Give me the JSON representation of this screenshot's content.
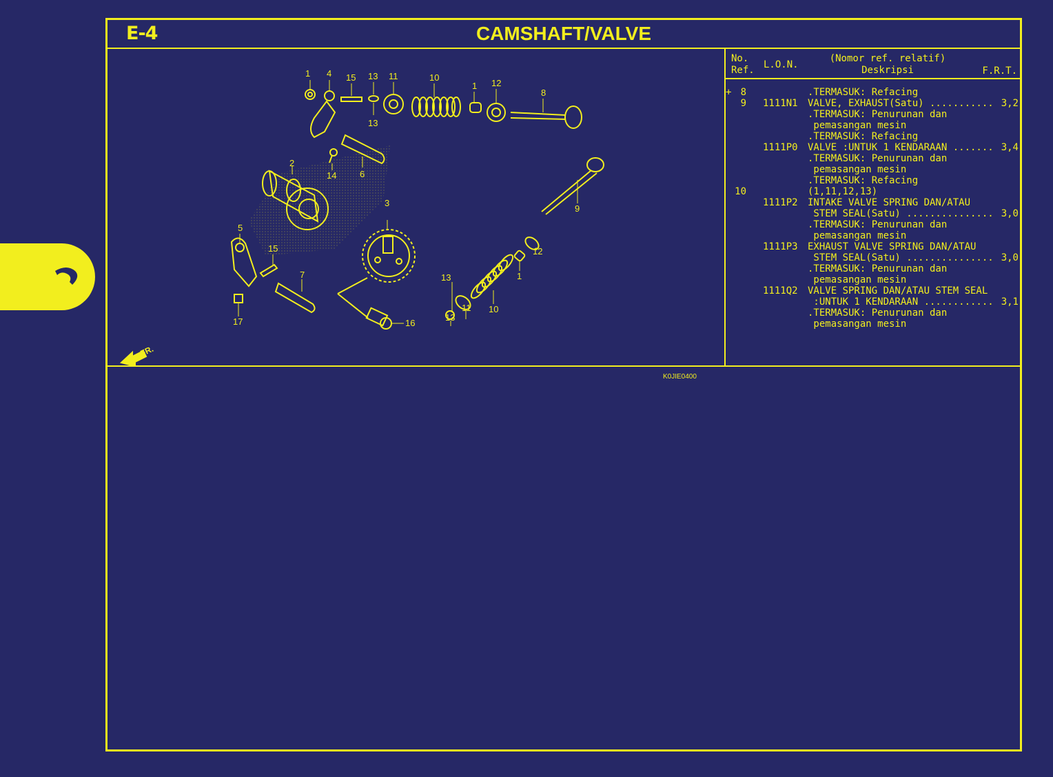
{
  "header": {
    "section_code": "E-4",
    "title": "CAMSHAFT/VALVE"
  },
  "diagram": {
    "figure_code": "K0JIE0400",
    "direction_label": "FR.",
    "callouts": [
      "1",
      "4",
      "15",
      "13",
      "11",
      "10",
      "1",
      "12",
      "8",
      "13",
      "6",
      "14",
      "2",
      "9",
      "3",
      "12",
      "1",
      "5",
      "15",
      "7",
      "10",
      "13",
      "11",
      "13",
      "17",
      "16"
    ]
  },
  "table": {
    "headers": {
      "no": "No.",
      "ref": "Ref.",
      "lon": "L.O.N.",
      "desc_top": "(Nomor ref. relatif)",
      "desc": "Deskripsi",
      "frt": "F.R.T."
    },
    "rows": [
      {
        "marker": "+",
        "ref": "8",
        "lon": "",
        "desc": ".TERMASUK: Refacing",
        "frt": ""
      },
      {
        "marker": "",
        "ref": "9",
        "lon": "1111N1",
        "desc": "VALVE, EXHAUST(Satu) ...........",
        "frt": "3,2"
      },
      {
        "marker": "",
        "ref": "",
        "lon": "",
        "desc": ".TERMASUK: Penurunan dan",
        "frt": ""
      },
      {
        "marker": "",
        "ref": "",
        "lon": "",
        "desc": " pemasangan mesin",
        "frt": ""
      },
      {
        "marker": "",
        "ref": "",
        "lon": "",
        "desc": ".TERMASUK: Refacing",
        "frt": ""
      },
      {
        "marker": "",
        "ref": "",
        "lon": "1111P0",
        "desc": "VALVE :UNTUK 1 KENDARAAN .......",
        "frt": "3,4"
      },
      {
        "marker": "",
        "ref": "",
        "lon": "",
        "desc": ".TERMASUK: Penurunan dan",
        "frt": ""
      },
      {
        "marker": "",
        "ref": "",
        "lon": "",
        "desc": " pemasangan mesin",
        "frt": ""
      },
      {
        "marker": "",
        "ref": "",
        "lon": "",
        "desc": ".TERMASUK: Refacing",
        "frt": ""
      },
      {
        "marker": "",
        "ref": "10",
        "lon": "",
        "desc": "(1,11,12,13)",
        "frt": ""
      },
      {
        "marker": "",
        "ref": "",
        "lon": "1111P2",
        "desc": "INTAKE VALVE SPRING DAN/ATAU",
        "frt": ""
      },
      {
        "marker": "",
        "ref": "",
        "lon": "",
        "desc": " STEM SEAL(Satu) ...............",
        "frt": "3,0"
      },
      {
        "marker": "",
        "ref": "",
        "lon": "",
        "desc": ".TERMASUK: Penurunan dan",
        "frt": ""
      },
      {
        "marker": "",
        "ref": "",
        "lon": "",
        "desc": " pemasangan mesin",
        "frt": ""
      },
      {
        "marker": "",
        "ref": "",
        "lon": "1111P3",
        "desc": "EXHAUST VALVE SPRING DAN/ATAU",
        "frt": ""
      },
      {
        "marker": "",
        "ref": "",
        "lon": "",
        "desc": " STEM SEAL(Satu) ...............",
        "frt": "3,0"
      },
      {
        "marker": "",
        "ref": "",
        "lon": "",
        "desc": ".TERMASUK: Penurunan dan",
        "frt": ""
      },
      {
        "marker": "",
        "ref": "",
        "lon": "",
        "desc": " pemasangan mesin",
        "frt": ""
      },
      {
        "marker": "",
        "ref": "",
        "lon": "1111Q2",
        "desc": "VALVE SPRING DAN/ATAU STEM SEAL",
        "frt": ""
      },
      {
        "marker": "",
        "ref": "",
        "lon": "",
        "desc": " :UNTUK 1 KENDARAAN ............",
        "frt": "3,1"
      },
      {
        "marker": "",
        "ref": "",
        "lon": "",
        "desc": ".TERMASUK: Penurunan dan",
        "frt": ""
      },
      {
        "marker": "",
        "ref": "",
        "lon": "",
        "desc": " pemasangan mesin",
        "frt": ""
      }
    ]
  },
  "side_tab": {
    "icon": "engine-section-icon"
  },
  "colors": {
    "background": "#262866",
    "ink": "#f2ee1e"
  }
}
